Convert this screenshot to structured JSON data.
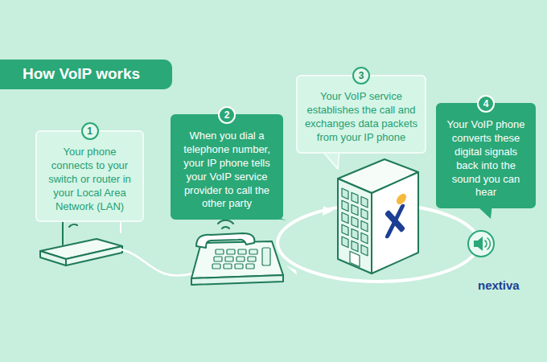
{
  "diagram": {
    "title": "How VoIP works",
    "nodes": [
      {
        "text": [
          "1",
          "Your phone connects to your switch or router in your Local Area Network (LAN)"
        ]
      },
      {
        "text": [
          "2",
          "When you dial a telephone number, your IP phone tells your VoIP service provider to call the other party"
        ]
      },
      {
        "text": [
          "3",
          "Your VoIP service establishes the call and exchanges data packets from your IP phone"
        ]
      },
      {
        "text": [
          "4",
          "Your VoIP phone converts these digital signals back into the sound you can hear"
        ]
      }
    ],
    "labels": [
      "nextiva"
    ]
  }
}
